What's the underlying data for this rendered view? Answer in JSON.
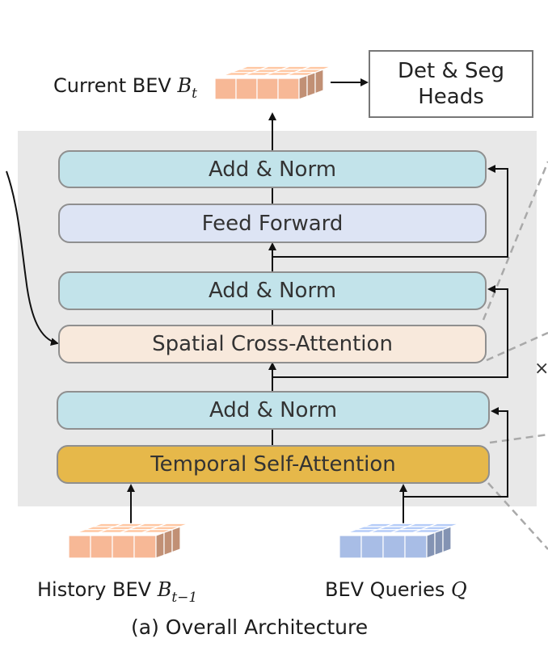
{
  "encoder": {
    "blocks": [
      {
        "label": "Add & Norm"
      },
      {
        "label": "Feed Forward"
      },
      {
        "label": "Add & Norm"
      },
      {
        "label": "Spatial Cross-Attention"
      },
      {
        "label": "Add & Norm"
      },
      {
        "label": "Temporal Self-Attention"
      }
    ],
    "repeat_symbol": "×"
  },
  "output": {
    "current_bev_label": "Current BEV",
    "current_bev_symbol": "B",
    "current_bev_subscript": "t",
    "heads_line1": "Det & Seg",
    "heads_line2": "Heads"
  },
  "inputs": {
    "history_bev_label": "History BEV",
    "history_bev_symbol": "B",
    "history_bev_subscript": "t−1",
    "queries_label": "BEV Queries",
    "queries_symbol": "Q"
  },
  "caption": "(a) Overall Architecture",
  "colors": {
    "bev_orange": "#f7b896",
    "bev_blue": "#a8bde6",
    "panel_gray": "#e8e8e8",
    "add_norm": "#c2e3ea",
    "feed_forward": "#dde4f4",
    "cross_attention": "#f8e9dc",
    "self_attention": "#e6b84a"
  }
}
